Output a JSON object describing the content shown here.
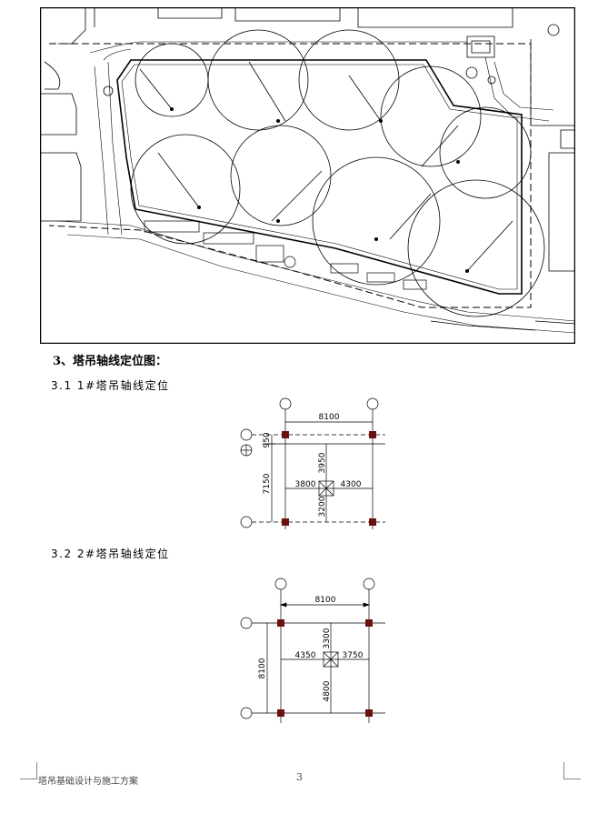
{
  "page": {
    "footer_title": "塔吊基础设计与施工方案",
    "page_number": "3"
  },
  "section3": {
    "heading": "3、塔吊轴线定位图：",
    "sub1": "3.1 1#塔吊轴线定位",
    "sub2": "3.2 2#塔吊轴线定位"
  },
  "diagram1": {
    "top_width": "8100",
    "left_top": "950",
    "left_total": "7150",
    "center_left": "3800",
    "center_right": "4300",
    "center_top": "3950",
    "center_bottom": "3200"
  },
  "diagram2": {
    "top_width": "8100",
    "left_total": "8100",
    "center_left": "4350",
    "center_right": "3750",
    "center_top": "3300",
    "center_bottom": "4800"
  },
  "colors": {
    "column": "#6b0f0f",
    "line": "#000000"
  }
}
